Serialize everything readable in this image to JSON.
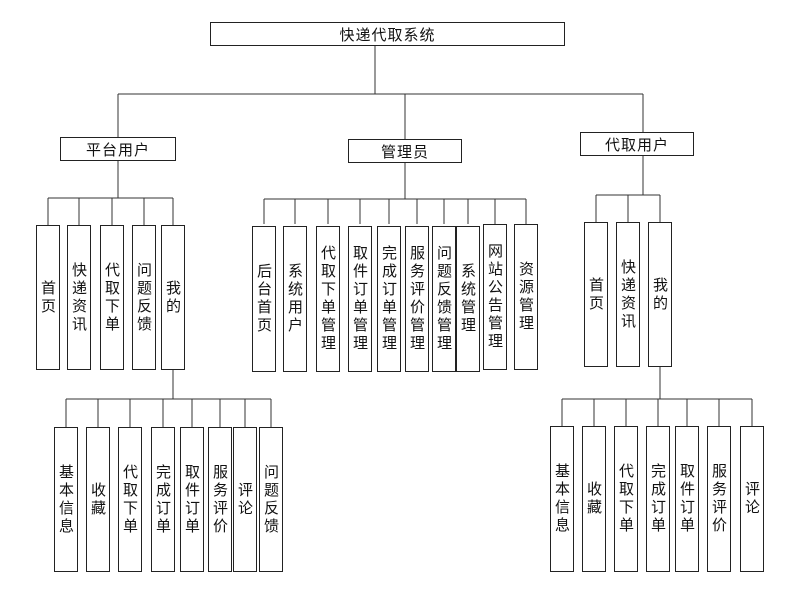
{
  "root": {
    "label": "快递代取系统"
  },
  "branches": [
    {
      "label": "平台用户",
      "items": [
        "首页",
        "快递资讯",
        "代取下单",
        "问题反馈",
        "我的"
      ],
      "mine_children": [
        "基本信息",
        "收藏",
        "代取下单",
        "完成订单",
        "取件订单",
        "服务评价",
        "评论",
        "问题反馈"
      ]
    },
    {
      "label": "管理员",
      "items": [
        "后台首页",
        "系统用户",
        "代取下单管理",
        "取件订单管理",
        "完成订单管理",
        "服务评价管理",
        "问题反馈管理",
        "系统管理",
        "网站公告管理",
        "资源管理"
      ]
    },
    {
      "label": "代取用户",
      "items": [
        "首页",
        "快递资讯",
        "我的"
      ],
      "mine_children": [
        "基本信息",
        "收藏",
        "代取下单",
        "完成订单",
        "取件订单",
        "服务评价",
        "评论"
      ]
    }
  ]
}
